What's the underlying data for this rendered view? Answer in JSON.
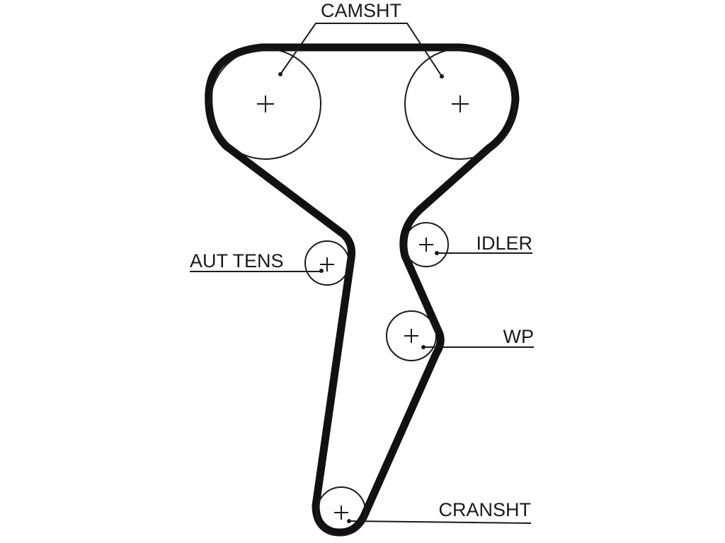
{
  "labels": {
    "camshaft": "CAMSHT",
    "auto_tensioner": "AUT TENS",
    "idler": "IDLER",
    "water_pump": "WP",
    "crankshaft": "CRANSHT"
  },
  "colors": {
    "line": "#1a1a1a",
    "belt": "#111111",
    "background": "#ffffff"
  }
}
